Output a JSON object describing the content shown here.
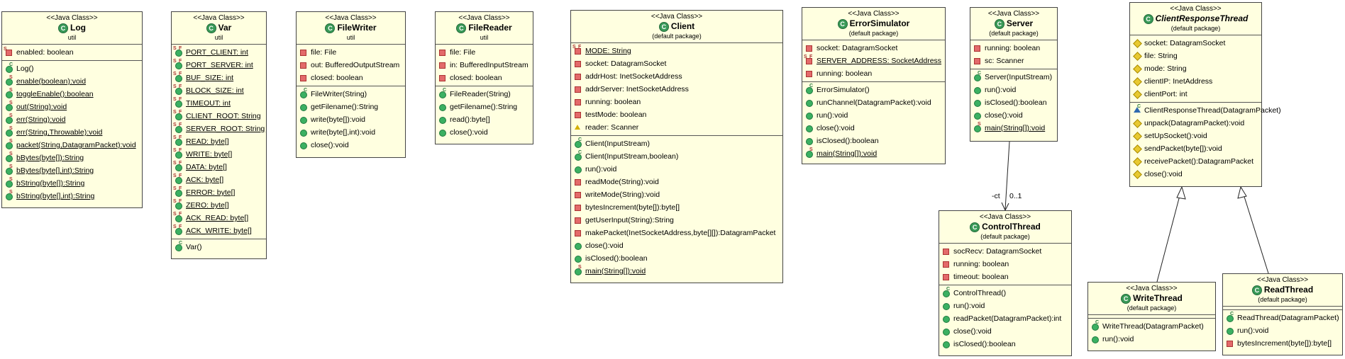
{
  "stereotype": "<<Java Class>>",
  "classes": {
    "log": {
      "name": "Log",
      "package": "util",
      "attributes": [
        "enabled: boolean"
      ],
      "methods": [
        "Log()",
        "enable(boolean):void",
        "toggleEnable():boolean",
        "out(String):void",
        "err(String):void",
        "err(String,Throwable):void",
        "packet(String,DatagramPacket):void",
        "bBytes(byte[]):String",
        "bBytes(byte[],int):String",
        "bString(byte[]):String",
        "bString(byte[],int):String"
      ]
    },
    "var": {
      "name": "Var",
      "package": "util",
      "attributes": [
        "PORT_CLIENT: int",
        "PORT_SERVER: int",
        "BUF_SIZE: int",
        "BLOCK_SIZE: int",
        "TIMEOUT: int",
        "CLIENT_ROOT: String",
        "SERVER_ROOT: String",
        "READ: byte[]",
        "WRITE: byte[]",
        "DATA: byte[]",
        "ACK: byte[]",
        "ERROR: byte[]",
        "ZERO: byte[]",
        "ACK_READ: byte[]",
        "ACK_WRITE: byte[]"
      ],
      "methods": [
        "Var()"
      ]
    },
    "filewriter": {
      "name": "FileWriter",
      "package": "util",
      "attributes": [
        "file: File",
        "out: BufferedOutputStream",
        "closed: boolean"
      ],
      "methods": [
        "FileWriter(String)",
        "getFilename():String",
        "write(byte[]):void",
        "write(byte[],int):void",
        "close():void"
      ]
    },
    "filereader": {
      "name": "FileReader",
      "package": "util",
      "attributes": [
        "file: File",
        "in: BufferedInputStream",
        "closed: boolean"
      ],
      "methods": [
        "FileReader(String)",
        "getFilename():String",
        "read():byte[]",
        "close():void"
      ]
    },
    "client": {
      "name": "Client",
      "package": "(default package)",
      "attributes": [
        "MODE: String",
        "socket: DatagramSocket",
        "addrHost: InetSocketAddress",
        "addrServer: InetSocketAddress",
        "running: boolean",
        "testMode: boolean",
        "reader: Scanner"
      ],
      "methods": [
        "Client(InputStream)",
        "Client(InputStream,boolean)",
        "run():void",
        "readMode(String):void",
        "writeMode(String):void",
        "bytesIncrement(byte[]):byte[]",
        "getUserInput(String):String",
        "makePacket(InetSocketAddress,byte[][]):DatagramPacket",
        "close():void",
        "isClosed():boolean",
        "main(String[]):void"
      ]
    },
    "errorsim": {
      "name": "ErrorSimulator",
      "package": "(default package)",
      "attributes": [
        "socket: DatagramSocket",
        "SERVER_ADDRESS: SocketAddress",
        "running: boolean"
      ],
      "methods": [
        "ErrorSimulator()",
        "runChannel(DatagramPacket):void",
        "run():void",
        "close():void",
        "isClosed():boolean",
        "main(String[]):void"
      ]
    },
    "server": {
      "name": "Server",
      "package": "(default package)",
      "attributes": [
        "running: boolean",
        "sc: Scanner"
      ],
      "methods": [
        "Server(InputStream)",
        "run():void",
        "isClosed():boolean",
        "close():void",
        "main(String[]):void"
      ]
    },
    "controlthread": {
      "name": "ControlThread",
      "package": "(default package)",
      "attributes": [
        "socRecv: DatagramSocket",
        "running: boolean",
        "timeout: boolean"
      ],
      "methods": [
        "ControlThread()",
        "run():void",
        "readPacket(DatagramPacket):int",
        "close():void",
        "isClosed():boolean"
      ]
    },
    "crt": {
      "name": "ClientResponseThread",
      "package": "(default package)",
      "attributes": [
        "socket: DatagramSocket",
        "file: String",
        "mode: String",
        "clientIP: InetAddress",
        "clientPort: int"
      ],
      "methods": [
        "ClientResponseThread(DatagramPacket)",
        "unpack(DatagramPacket):void",
        "setUpSocket():void",
        "sendPacket(byte[]):void",
        "receivePacket():DatagramPacket",
        "close():void"
      ]
    },
    "writethread": {
      "name": "WriteThread",
      "package": "(default package)",
      "attributes": [],
      "methods": [
        "WriteThread(DatagramPacket)",
        "run():void"
      ]
    },
    "readthread": {
      "name": "ReadThread",
      "package": "(default package)",
      "attributes": [],
      "methods": [
        "ReadThread(DatagramPacket)",
        "run():void",
        "bytesIncrement(byte[]):byte[]"
      ]
    }
  },
  "associations": {
    "server_controlthread": {
      "role": "-ct",
      "multiplicity": "0..1"
    }
  }
}
